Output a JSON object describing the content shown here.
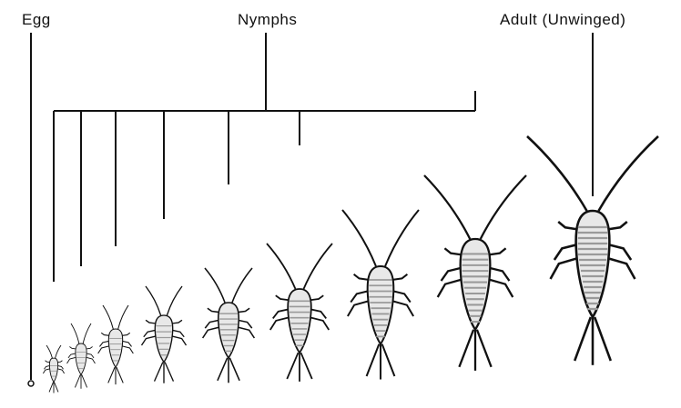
{
  "labels": {
    "egg": "Egg",
    "nymphs": "Nymphs",
    "adult": "Adult (Unwinged)"
  },
  "stages": [
    {
      "kind": "egg"
    },
    {
      "kind": "nymph",
      "instar": 1
    },
    {
      "kind": "nymph",
      "instar": 2
    },
    {
      "kind": "nymph",
      "instar": 3
    },
    {
      "kind": "nymph",
      "instar": 4
    },
    {
      "kind": "nymph",
      "instar": 5
    },
    {
      "kind": "nymph",
      "instar": 6
    },
    {
      "kind": "nymph",
      "instar": 7
    },
    {
      "kind": "nymph",
      "instar": 8
    },
    {
      "kind": "adult"
    }
  ],
  "colors": {
    "ink": "#111111",
    "body": "#e8e8e8",
    "shade": "#9a9a9a"
  }
}
